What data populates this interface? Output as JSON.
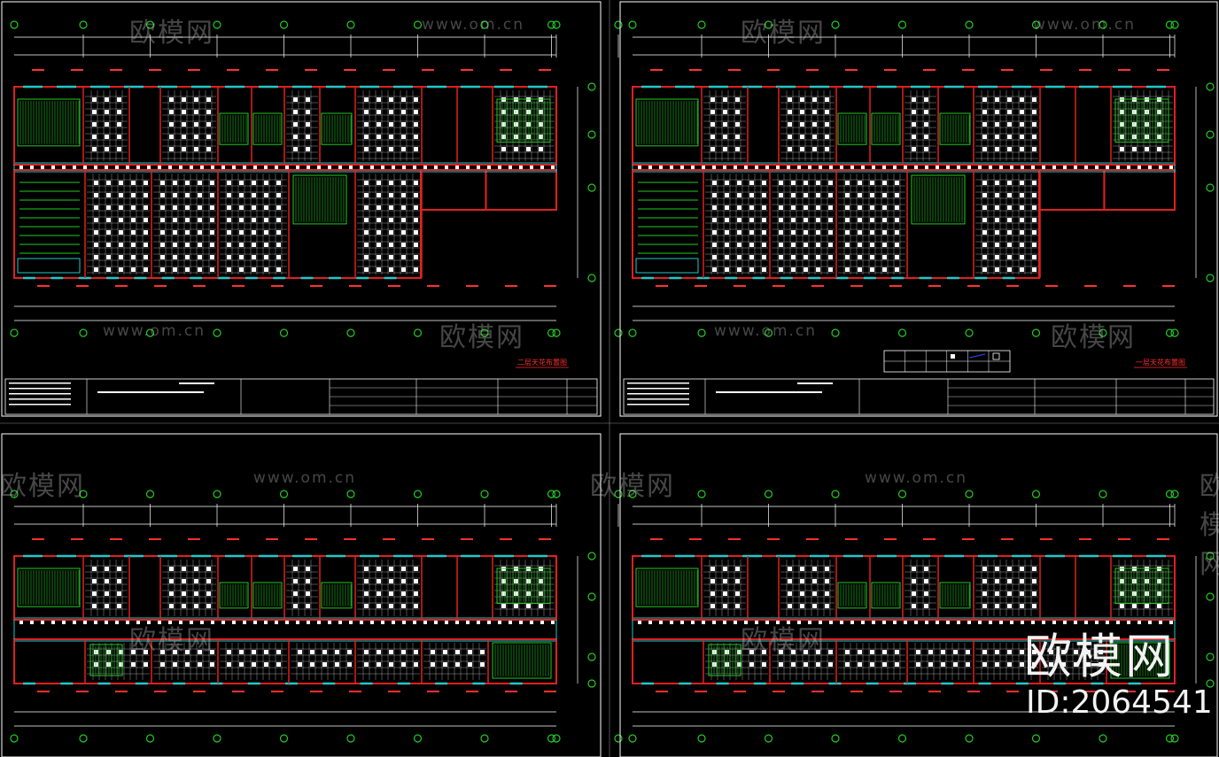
{
  "watermark": {
    "brand": "欧模网",
    "url": "www.om.cn",
    "id": "ID:2064541"
  },
  "drawings": [
    {
      "name": "sheet-1",
      "title": "二层天花布置图"
    },
    {
      "name": "sheet-2",
      "title": "一层天花布置图"
    },
    {
      "name": "sheet-3",
      "title": ""
    },
    {
      "name": "sheet-4",
      "title": ""
    }
  ],
  "colors": {
    "background": "#000000",
    "frame": "#ffffff",
    "wall": "#e02020",
    "window": "#22c8c8",
    "grid": "#ffffff",
    "hatch": "#22cc22",
    "axis": "#22cc22",
    "dim": "#ffffff",
    "label": "#ff3030"
  }
}
